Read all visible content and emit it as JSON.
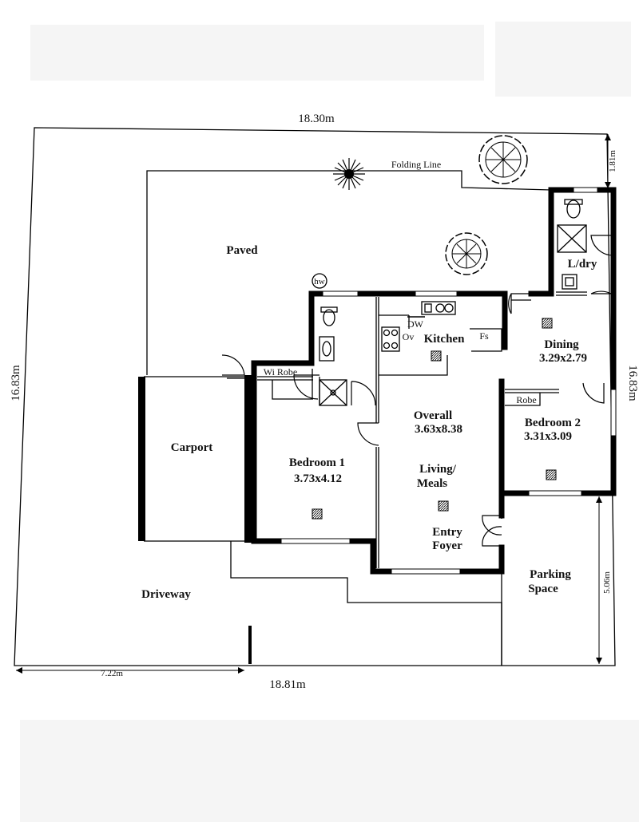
{
  "dimensions": {
    "top": "18.30m",
    "bottom": "18.81m",
    "left": "16.83m",
    "right": "16.83m",
    "top_right": "1.81m",
    "driveway_width": "7.22m",
    "parking_depth": "5.06m"
  },
  "labels": {
    "folding_line": "Folding Line",
    "paved": "Paved",
    "hw": "hw",
    "laundry": "L/dry",
    "dw": "DW",
    "ov": "Ov",
    "kitchen": "Kitchen",
    "fs": "Fs",
    "dining": "Dining",
    "dining_size": "3.29x2.79",
    "wi_robe": "Wi Robe",
    "carport": "Carport",
    "overall": "Overall",
    "overall_size": "3.63x8.38",
    "robe": "Robe",
    "bedroom2": "Bedroom 2",
    "bedroom2_size": "3.31x3.09",
    "bedroom1": "Bedroom 1",
    "bedroom1_size": "3.73x4.12",
    "living": "Living/",
    "meals": "Meals",
    "entry": "Entry",
    "foyer": "Foyer",
    "parking": "Parking",
    "space": "Space",
    "driveway": "Driveway"
  }
}
